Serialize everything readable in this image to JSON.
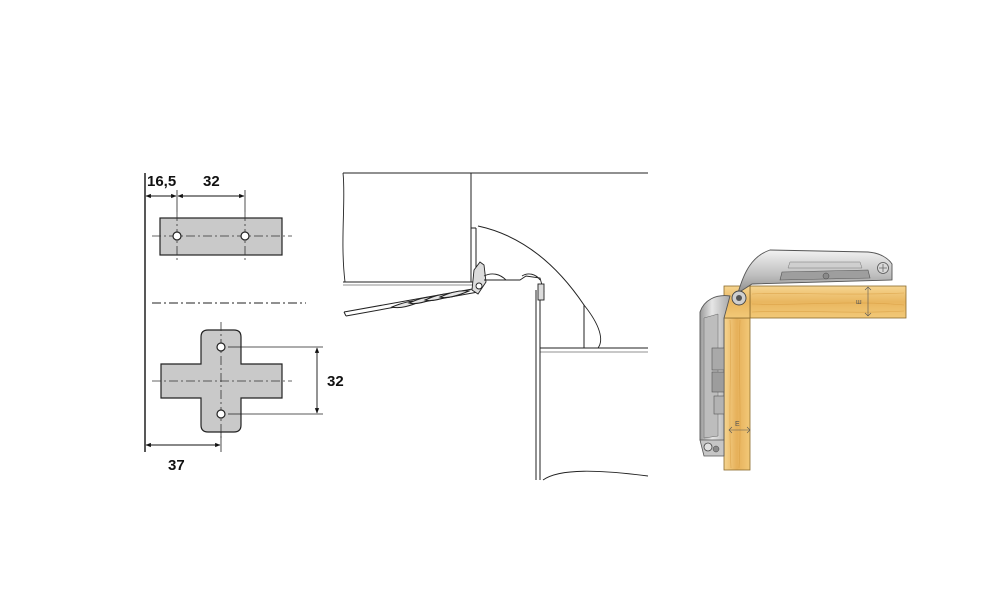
{
  "dimensions": {
    "top_offset": "16,5",
    "top_spacing": "32",
    "cross_spacing": "32",
    "bottom_offset": "37"
  },
  "hinge_labels": {
    "marker_top": "ш",
    "marker_side": "E"
  },
  "colors": {
    "line": "#222222",
    "plate_fill": "#c9c9c9",
    "wood_light": "#f3cf86",
    "wood_dark": "#d99a3e",
    "metal_light": "#eaeaea",
    "metal_dark": "#8e8e8e"
  }
}
